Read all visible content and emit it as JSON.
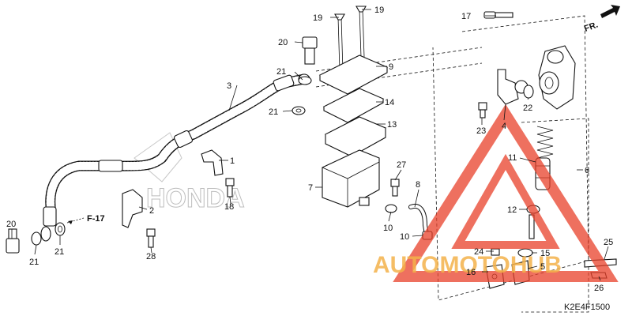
{
  "diagram": {
    "code": "K2E4F1500",
    "direction_label": "FR.",
    "ref_label": "F-17",
    "background_brand": "HONDA",
    "labels": {
      "p1": "1",
      "p2": "2",
      "p3": "3",
      "p4": "4",
      "p5": "5",
      "p6": "6",
      "p7": "7",
      "p8": "8",
      "p9": "9",
      "p10a": "10",
      "p10b": "10",
      "p11": "11",
      "p12": "12",
      "p13": "13",
      "p14": "14",
      "p15": "15",
      "p16": "16",
      "p17": "17",
      "p18": "18",
      "p19a": "19",
      "p19b": "19",
      "p20a": "20",
      "p20b": "20",
      "p21a": "21",
      "p21b": "21",
      "p21c": "21",
      "p21d": "21",
      "p22": "22",
      "p23": "23",
      "p24": "24",
      "p25": "25",
      "p26": "26",
      "p27": "27",
      "p28": "28"
    }
  },
  "watermark": {
    "text": "AUTOMOTOHUB",
    "color": "#e8402a",
    "text_color": "#f3b24a"
  }
}
